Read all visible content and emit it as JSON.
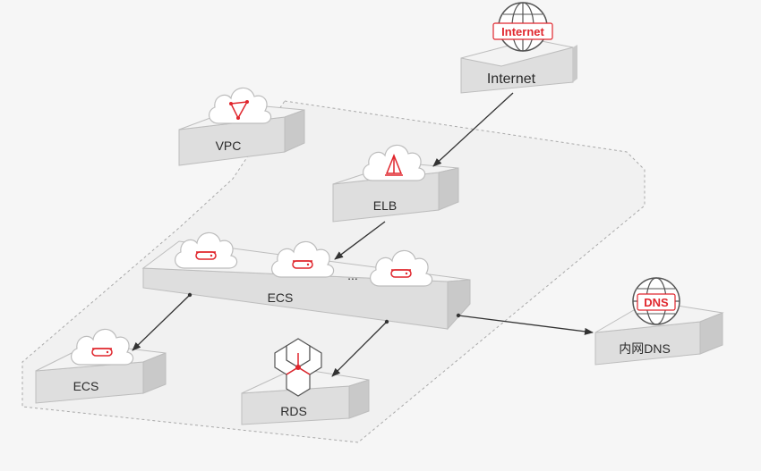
{
  "nodes": {
    "internet": {
      "label": "Internet",
      "badge": "Internet"
    },
    "vpc": {
      "label": "VPC"
    },
    "elb": {
      "label": "ELB"
    },
    "ecs_cluster": {
      "label": "ECS",
      "ellipsis": "..."
    },
    "ecs_single": {
      "label": "ECS"
    },
    "rds": {
      "label": "RDS"
    },
    "dns": {
      "label": "内网DNS",
      "badge": "DNS"
    }
  },
  "colors": {
    "accent": "#e0262d",
    "box_top": "#f3f3f3",
    "box_front": "#dedede",
    "box_side": "#c9c9c9",
    "edge": "#bdbdbd",
    "arrow": "#333333"
  }
}
